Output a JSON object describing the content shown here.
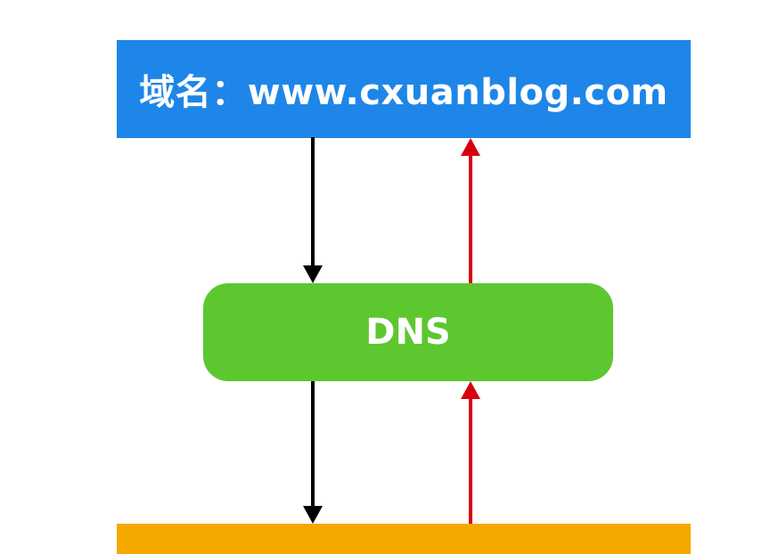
{
  "diagram": {
    "description": "DNS domain-name resolution flow diagram",
    "nodes": {
      "domain": {
        "label": "域名：www.cxuanblog.com",
        "color": "#1e86e8",
        "shape": "rectangle"
      },
      "dns": {
        "label": "DNS",
        "color": "#5cc72e",
        "shape": "rounded-rectangle"
      },
      "server": {
        "label": "",
        "color": "#f5a800",
        "shape": "rectangle-cropped-at-bottom"
      }
    },
    "arrows": [
      {
        "name": "domain-to-dns",
        "direction": "down",
        "color": "#000000"
      },
      {
        "name": "dns-to-domain",
        "direction": "up",
        "color": "#d7000f"
      },
      {
        "name": "dns-to-server",
        "direction": "down",
        "color": "#000000"
      },
      {
        "name": "server-to-dns",
        "direction": "up",
        "color": "#d7000f"
      }
    ],
    "colors": {
      "background": "#ffffff",
      "blue": "#1e86e8",
      "green": "#5cc72e",
      "orange": "#f5a800",
      "black": "#000000",
      "red": "#d7000f",
      "text": "#ffffff"
    }
  }
}
